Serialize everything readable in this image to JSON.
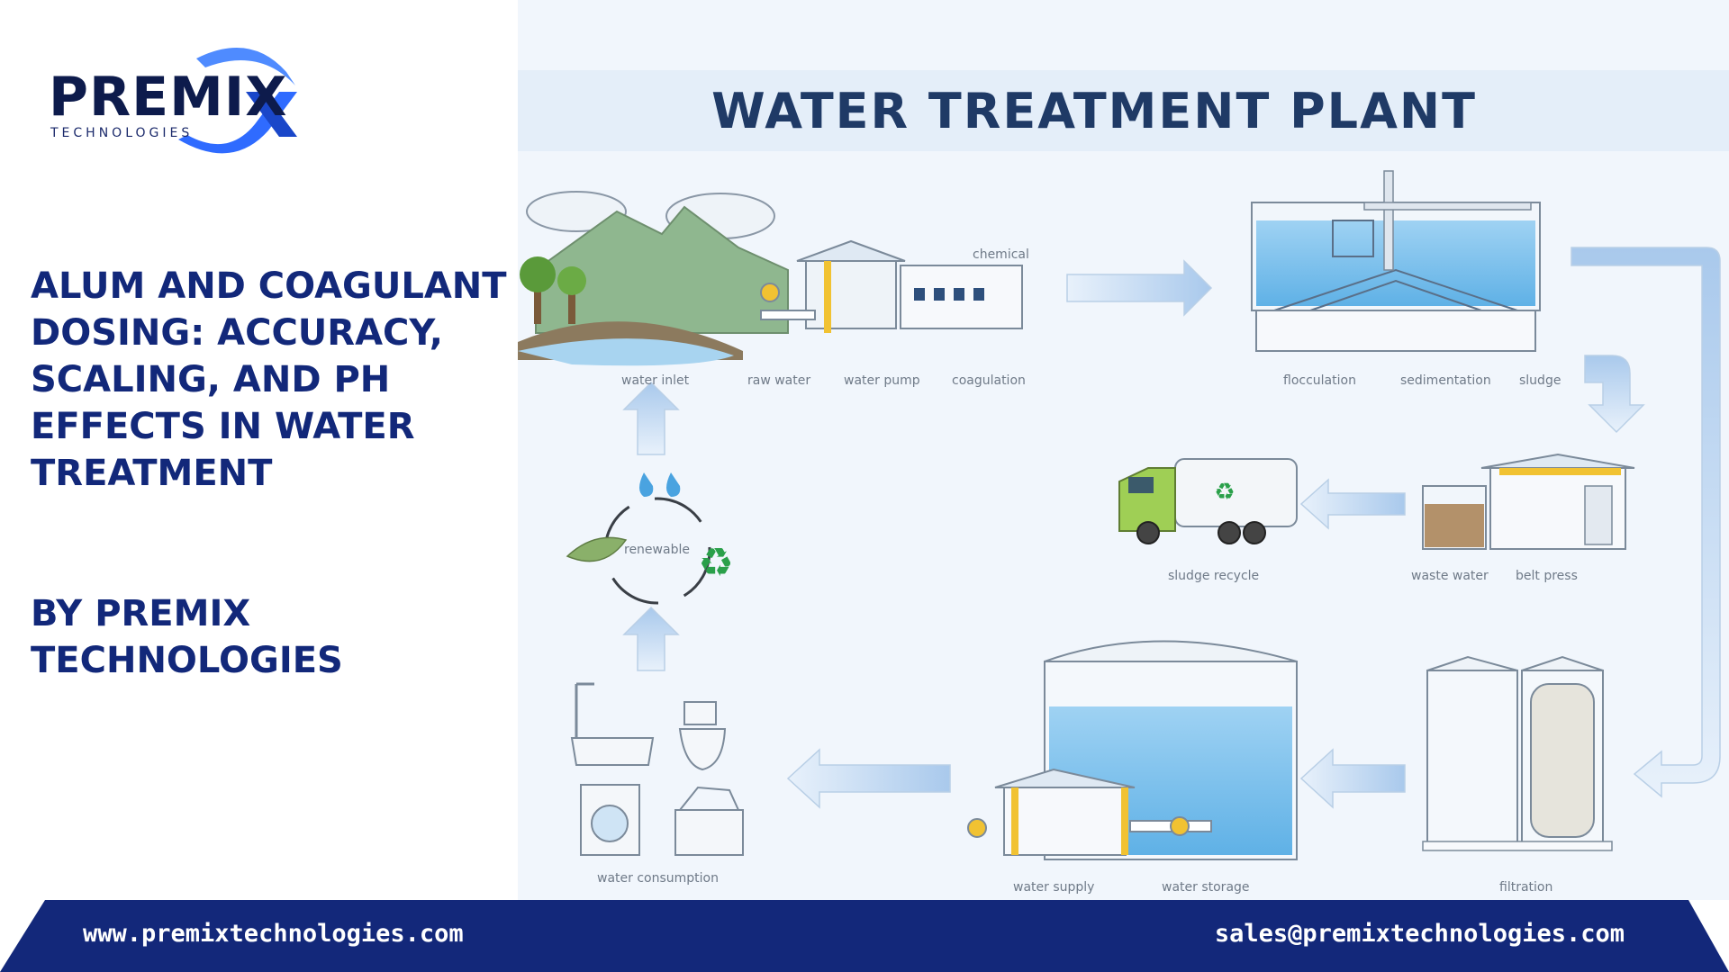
{
  "brand": {
    "logo_word": "PREMIX",
    "logo_tagline": "TECHNOLOGIES",
    "colors": {
      "navy": "#12287a",
      "blue": "#2f6bff",
      "footer": "#13287a"
    }
  },
  "headline": "ALUM AND COAGULANT DOSING: ACCURACY, SCALING, AND PH EFFECTS IN WATER TREATMENT",
  "byline": "BY PREMIX TECHNOLOGIES",
  "diagram": {
    "title": "WATER TREATMENT PLANT",
    "labels": {
      "chemical": "chemical",
      "water_inlet": "water inlet",
      "raw_water": "raw water",
      "water_pump": "water pump",
      "coagulation": "coagulation",
      "flocculation": "flocculation",
      "sedimentation": "sedimentation",
      "sludge": "sludge",
      "sludge_recycle": "sludge recycle",
      "waste_water": "waste water",
      "belt_press": "belt press",
      "renewable": "renewable",
      "water_supply": "water supply",
      "water_storage": "water storage",
      "filtration": "filtration",
      "water_consumption": "water consumption"
    },
    "icons": [
      "mountain-icon",
      "tree-icon",
      "pump-house-icon",
      "clarifier-tank-icon",
      "sludge-truck-icon",
      "recycle-icon",
      "water-drop-icon",
      "leaf-icon",
      "bathtub-icon",
      "toilet-icon",
      "washing-machine-icon",
      "sink-icon",
      "storage-tank-icon",
      "filter-tank-icon"
    ]
  },
  "footer": {
    "website": "www.premixtechnologies.com",
    "email": "sales@premixtechnologies.com"
  }
}
